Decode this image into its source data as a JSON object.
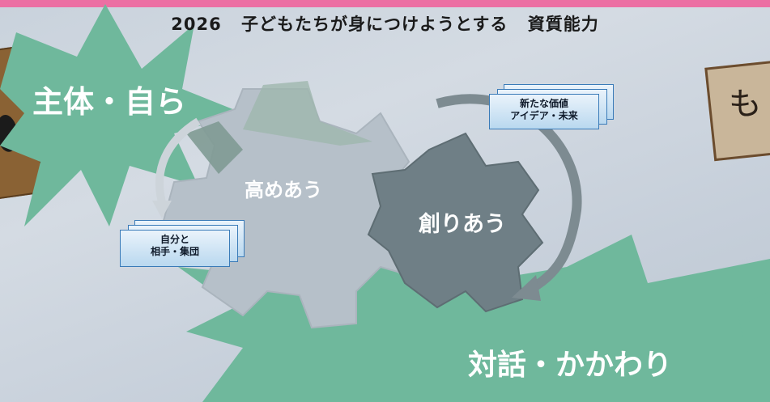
{
  "header": {
    "year": "2026",
    "title": "子どもたちが身につけようとする",
    "subtitle": "資質能力"
  },
  "bursts": {
    "top_left": "主体・自ら",
    "bottom_right": "対話・かかわり"
  },
  "gears": {
    "left": "高めあう",
    "right": "創りあう"
  },
  "cards": {
    "top_right": {
      "line1": "新たな価値",
      "line2": "アイデア・未来"
    },
    "bottom_left": {
      "line1": "自分と",
      "line2": "相手・集団"
    }
  },
  "note": {
    "char": "も"
  },
  "colors": {
    "accent_bar": "#ec6fa3",
    "burst_green": "#6fb89c",
    "gear_light": "#b8c2cb",
    "gear_dark": "#6f7f86",
    "card_border": "#3a7bb8"
  }
}
